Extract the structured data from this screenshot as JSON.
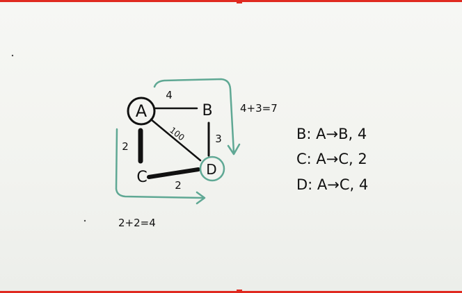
{
  "graph": {
    "nodes": {
      "A": "A",
      "B": "B",
      "C": "C",
      "D": "D"
    },
    "edges": {
      "ab": "4",
      "ad": "100",
      "bd": "3",
      "ac": "2",
      "cd": "2"
    }
  },
  "annotations": {
    "path_b_d": "4+3=7",
    "path_c_d": "2+2=4"
  },
  "results": [
    "B: A→B, 4",
    "C: A→C, 2",
    "D: A→C, 4"
  ],
  "colors": {
    "ink": "#111111",
    "teal": "#5fa894",
    "border": "#e02a20"
  }
}
